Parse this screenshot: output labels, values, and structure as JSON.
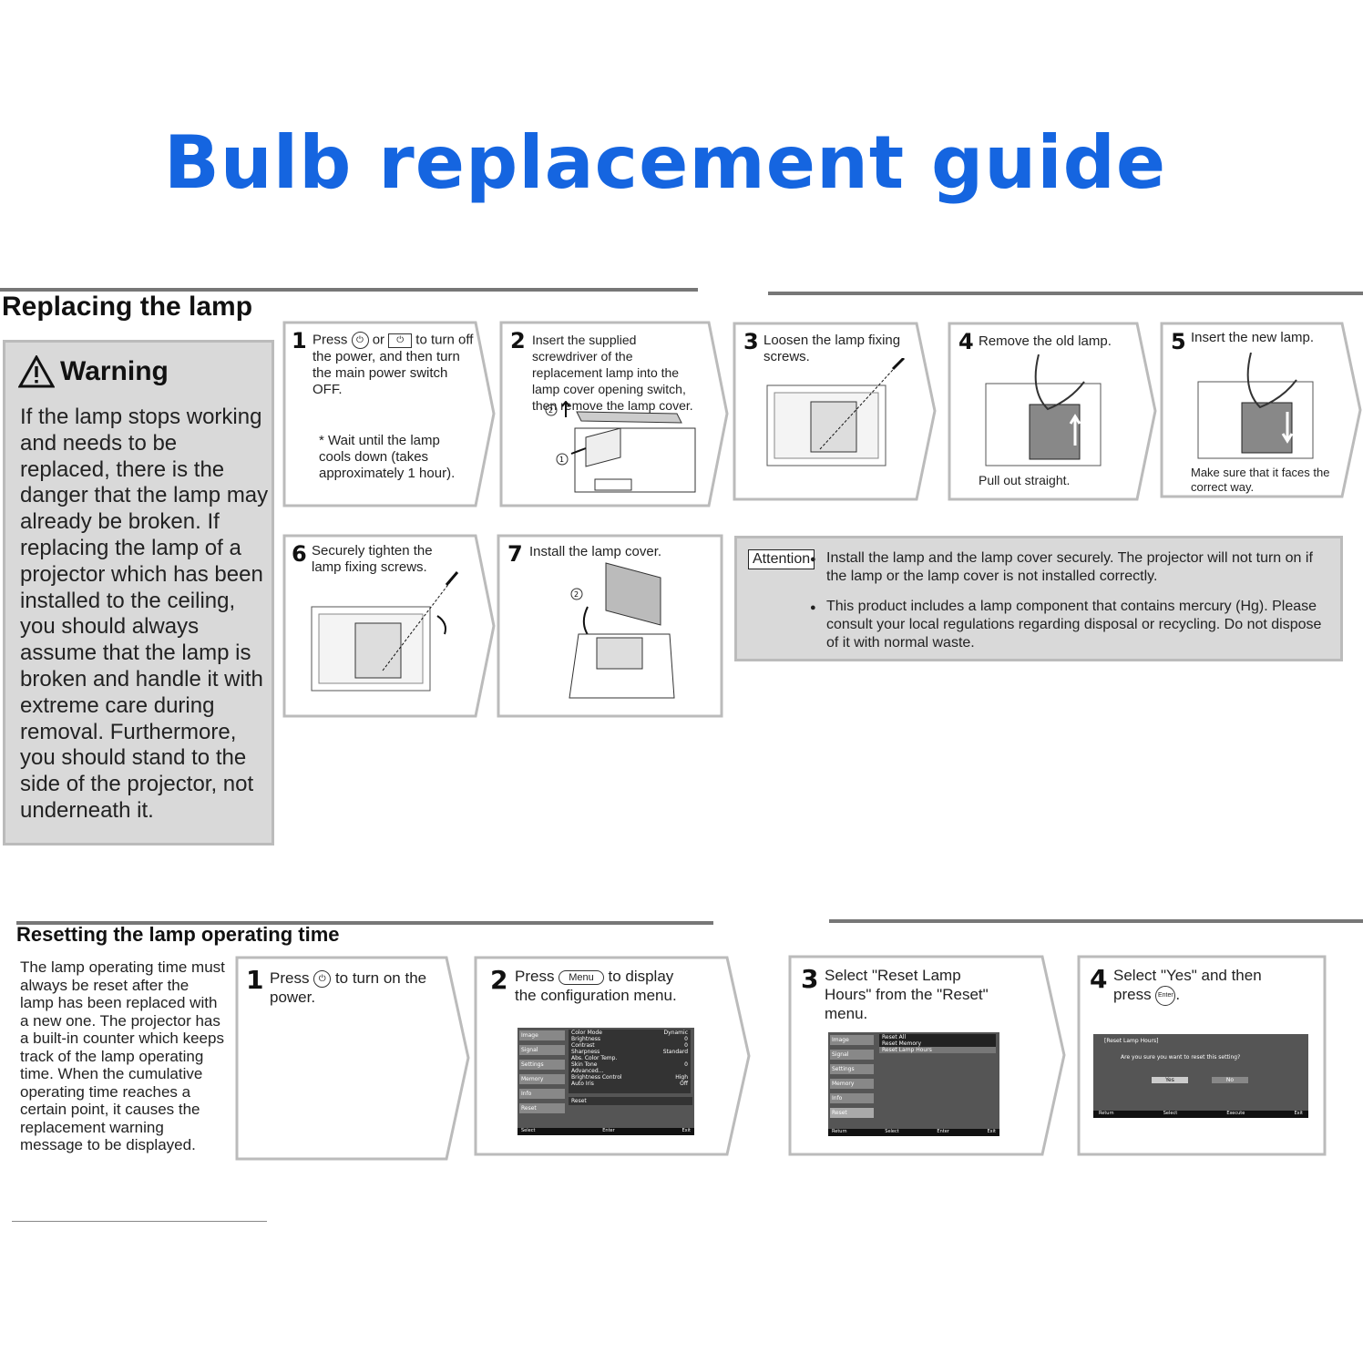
{
  "title": "Bulb replacement guide",
  "replacing": {
    "heading": "Replacing the lamp",
    "warning_title": "Warning",
    "warning_text": "If the lamp stops working and needs to be replaced, there is the danger that the lamp may already be broken. If replacing the lamp of a projector which has been installed to the ceiling, you should always assume that the lamp is broken and handle it with extreme care during removal. Furthermore, you should stand to the side of the projector, not underneath it.",
    "steps": [
      {
        "num": "1",
        "text_a": "Press",
        "text_or": "or",
        "text_b": "to turn off the power, and then turn the main power switch OFF.",
        "note": "* Wait until the lamp cools down (takes approximately 1 hour)."
      },
      {
        "num": "2",
        "text": "Insert the supplied screwdriver of the replacement lamp into the lamp cover opening switch, then remove the lamp cover."
      },
      {
        "num": "3",
        "text": "Loosen the lamp fixing screws."
      },
      {
        "num": "4",
        "text": "Remove the old lamp.",
        "caption": "Pull out straight."
      },
      {
        "num": "5",
        "text": "Insert the new lamp.",
        "caption": "Make sure that it faces the correct way."
      },
      {
        "num": "6",
        "text": "Securely tighten the lamp fixing screws."
      },
      {
        "num": "7",
        "text": "Install the lamp cover."
      }
    ],
    "attention_label": "Attention",
    "attention": [
      "Install the lamp and the lamp cover securely. The projector will not turn on if the lamp or the lamp cover is not installed correctly.",
      "This product includes a lamp component that contains mercury (Hg). Please consult your local regulations regarding disposal or recycling. Do not dispose of it with normal waste."
    ]
  },
  "resetting": {
    "heading": "Resetting the lamp operating time",
    "intro": "The lamp operating time must always be reset after the lamp has been replaced with a new one. The projector has a built-in counter which keeps track of the lamp operating time. When the cumulative operating time reaches a certain point, it causes the replacement warning message to be displayed.",
    "steps": [
      {
        "num": "1",
        "text_a": "Press",
        "text_b": "to turn on the power."
      },
      {
        "num": "2",
        "text_a": "Press",
        "key": "Menu",
        "text_b": "to display the configuration menu."
      },
      {
        "num": "3",
        "text": "Select \"Reset Lamp Hours\" from the \"Reset\" menu."
      },
      {
        "num": "4",
        "text_a": "Select \"Yes\" and then press",
        "key": "Enter",
        "text_b": "."
      }
    ],
    "menu2": {
      "sidebar": [
        "Image",
        "Signal",
        "Settings",
        "Memory",
        "Info",
        "Reset"
      ],
      "rows": [
        "Color Mode",
        "Brightness",
        "Contrast",
        "Sharpness",
        "Abs. Color Temp.",
        "Skin Tone",
        "Advanced...",
        "Brightness Control",
        "Auto Iris"
      ],
      "values": [
        "Dynamic",
        "0",
        "0",
        "Standard",
        "",
        "0",
        "",
        "High",
        "Off"
      ],
      "reset_row": "Reset",
      "footer": [
        "Select",
        "Enter",
        "Exit"
      ]
    },
    "menu3": {
      "sidebar": [
        "Image",
        "Signal",
        "Settings",
        "Memory",
        "Info",
        "Reset"
      ],
      "items": [
        "Reset All",
        "Reset Memory",
        "Reset Lamp Hours"
      ],
      "footer": [
        "Return",
        "Select",
        "Enter",
        "Exit"
      ]
    },
    "menu4": {
      "title": "[Reset Lamp Hours]",
      "question": "Are you sure you want to reset this setting?",
      "yes": "Yes",
      "no": "No",
      "footer": [
        "Return",
        "Select",
        "Execute",
        "Exit"
      ]
    }
  },
  "colors": {
    "title": "#1565e0",
    "panel": "#d9d9d9",
    "rule": "#777777"
  }
}
